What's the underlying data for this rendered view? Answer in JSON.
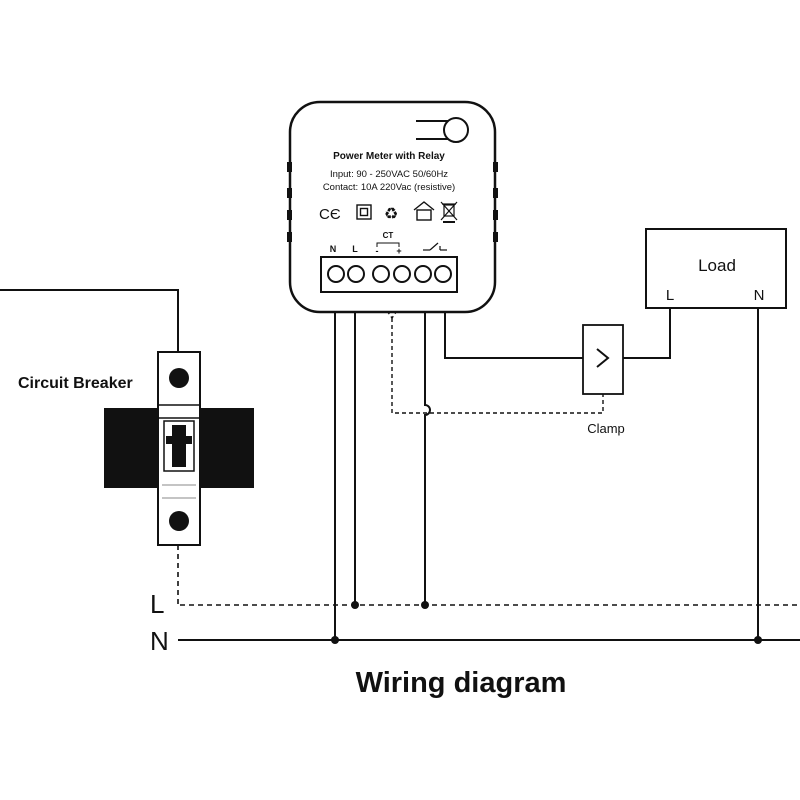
{
  "title": "Wiring diagram",
  "device": {
    "name": "Power Meter with Relay",
    "input": "Input: 90 - 250VAC 50/60Hz",
    "contact": "Contact: 10A 220Vac (resistive)",
    "terminals": {
      "n": "N",
      "l": "L",
      "ct": "CT",
      "ct_minus": "-",
      "ct_plus": "+"
    },
    "icons": [
      "ce-mark-icon",
      "double-insulation-icon",
      "recycle-icon",
      "indoor-use-icon",
      "weee-bin-icon"
    ]
  },
  "breaker": {
    "label": "Circuit Breaker"
  },
  "load": {
    "label": "Load",
    "l": "L",
    "n": "N"
  },
  "clamp": {
    "label": "Clamp"
  },
  "lines": {
    "l": "L",
    "n": "N"
  }
}
